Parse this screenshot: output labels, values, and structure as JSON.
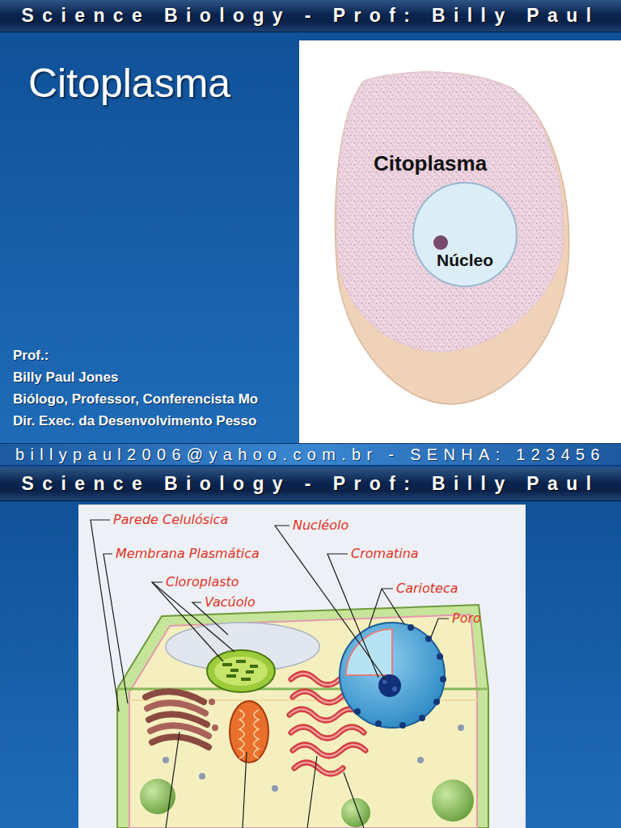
{
  "diagram": {
    "title": "Citoplasma",
    "nodes": [
      {
        "text": [
          "Science Biology - Prof: Billy Paul"
        ]
      },
      {
        "text": [
          "Citoplasma"
        ]
      },
      {
        "text": [
          "Núcleo"
        ],
        "in": 1
      },
      {
        "text": [
          "billypaul2006@yahoo.com.br - SENHA: 123456"
        ]
      },
      {
        "text": [
          "Science Biology - Prof: Billy Paul"
        ]
      }
    ],
    "labels": [
      "Prof.:",
      "Billy Paul Jones",
      "Biólogo, Professor, Conferencista Mo",
      "Dir. Exec. da Desenvolvimento Pesso",
      "Parede Celulósica",
      "Nucléolo",
      "Membrana Plasmática",
      "Cromatina",
      "Cloroplasto",
      "Carioteca",
      "Vacúolo",
      "Poro"
    ]
  }
}
